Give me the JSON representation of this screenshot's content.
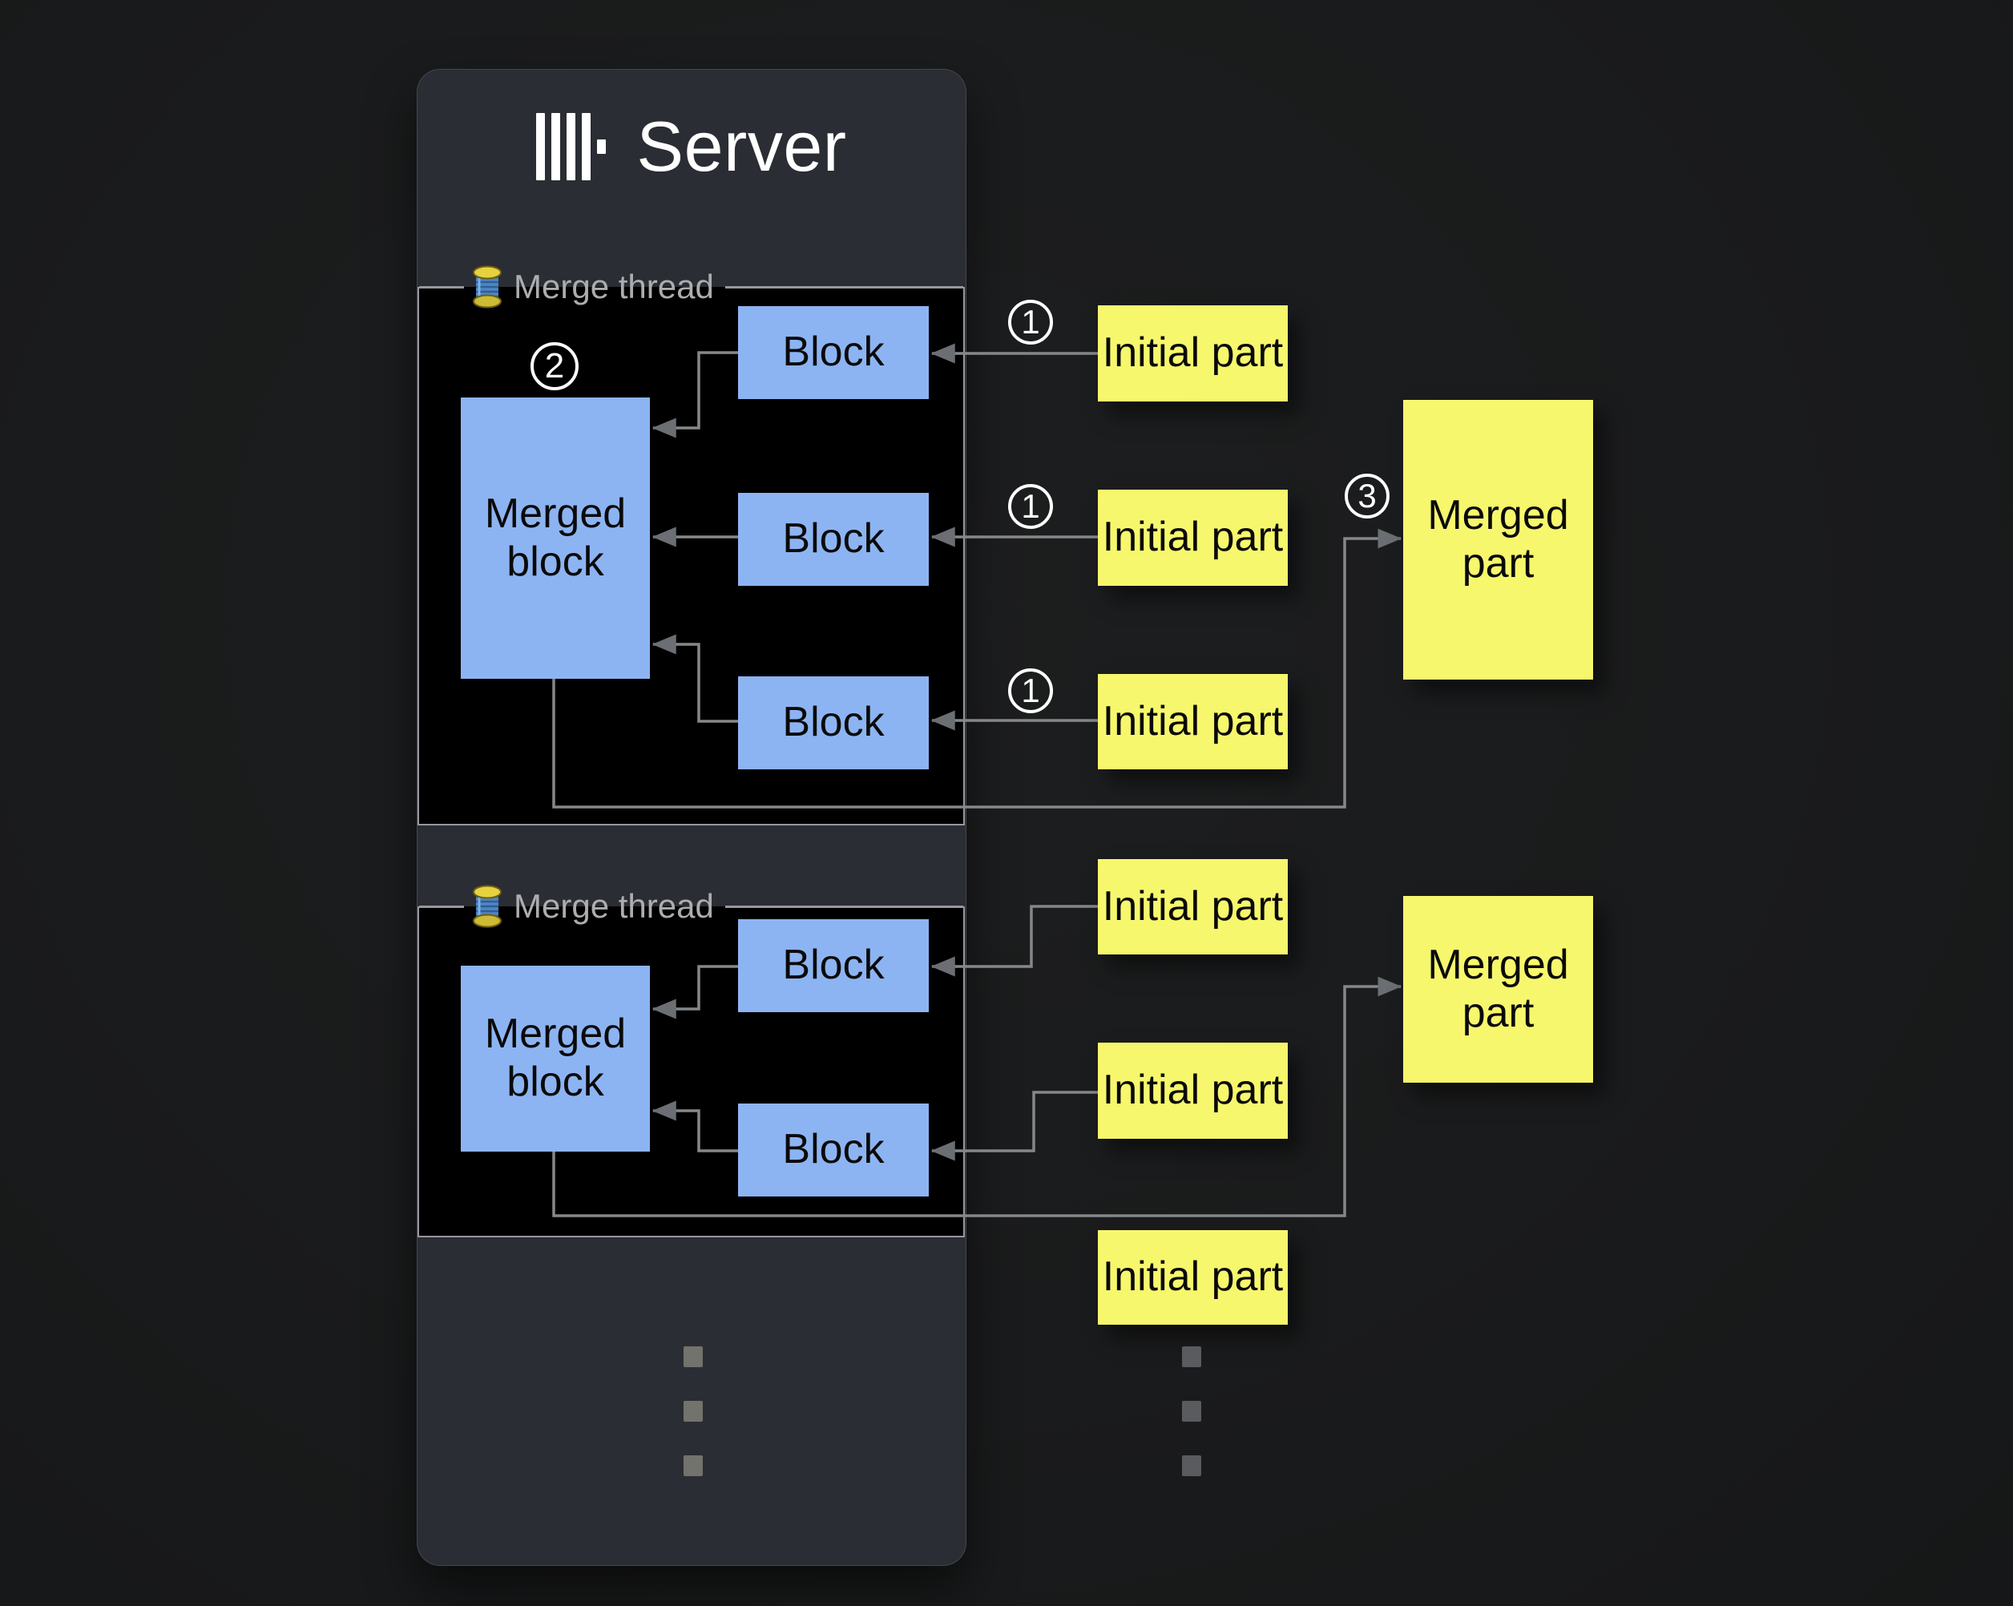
{
  "header": {
    "title": "Server",
    "logo_icon": "clickhouse-logo"
  },
  "sections": [
    {
      "legend": "Merge thread",
      "icon": "thread-spool"
    },
    {
      "legend": "Merge thread",
      "icon": "thread-spool"
    }
  ],
  "labels": {
    "block": "Block",
    "merged_block": "Merged block",
    "initial_part": "Initial part",
    "merged_part": "Merged part"
  },
  "steps": {
    "step1": "1",
    "step2": "2",
    "step3": "3"
  },
  "colors": {
    "panel": "#2b2d34",
    "section_bg": "#000000",
    "section_border": "#96989c",
    "block_fill": "#8db4f2",
    "part_fill": "#f7f76d",
    "arrow_line": "#85878b",
    "arrow_head": "#6b6e72",
    "legend_text": "#abadaf",
    "title_text": "#ffffff"
  }
}
